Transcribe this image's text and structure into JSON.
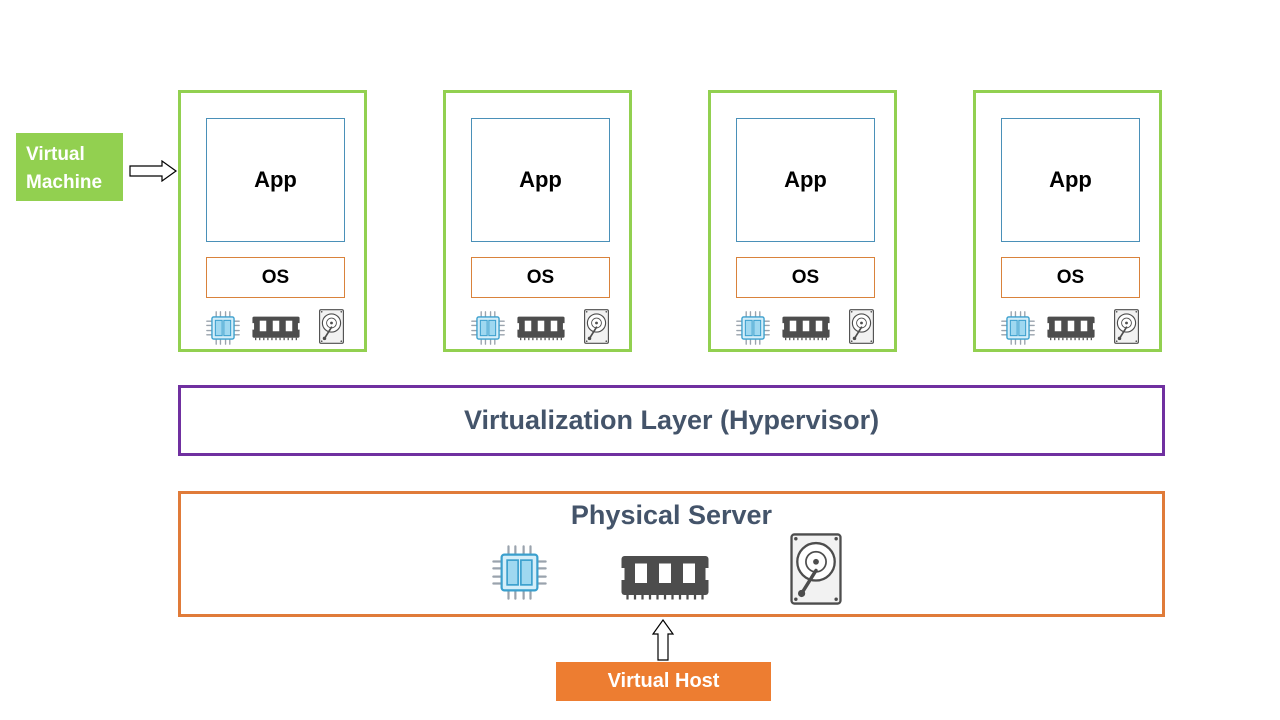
{
  "virtual_machines": [
    {
      "app_label": "App",
      "os_label": "OS"
    },
    {
      "app_label": "App",
      "os_label": "OS"
    },
    {
      "app_label": "App",
      "os_label": "OS"
    },
    {
      "app_label": "App",
      "os_label": "OS"
    }
  ],
  "vm_callout": {
    "line1": "Virtual",
    "line2": "Machine"
  },
  "hypervisor": {
    "label": "Virtualization Layer (Hypervisor)"
  },
  "physical_server": {
    "title": "Physical Server"
  },
  "host_callout": {
    "label": "Virtual Host"
  },
  "icons": [
    "cpu-chip-icon",
    "ram-module-icon",
    "hard-disk-icon",
    "hollow-arrow-icon"
  ],
  "colors": {
    "vm_border": "#92d050",
    "app_border": "#4a90b8",
    "os_border": "#d9823b",
    "hypervisor_border": "#7030a0",
    "server_border": "#e07b39",
    "host_fill": "#ed7d31",
    "vm_label_fill": "#92d050",
    "heading_text": "#44546a"
  }
}
